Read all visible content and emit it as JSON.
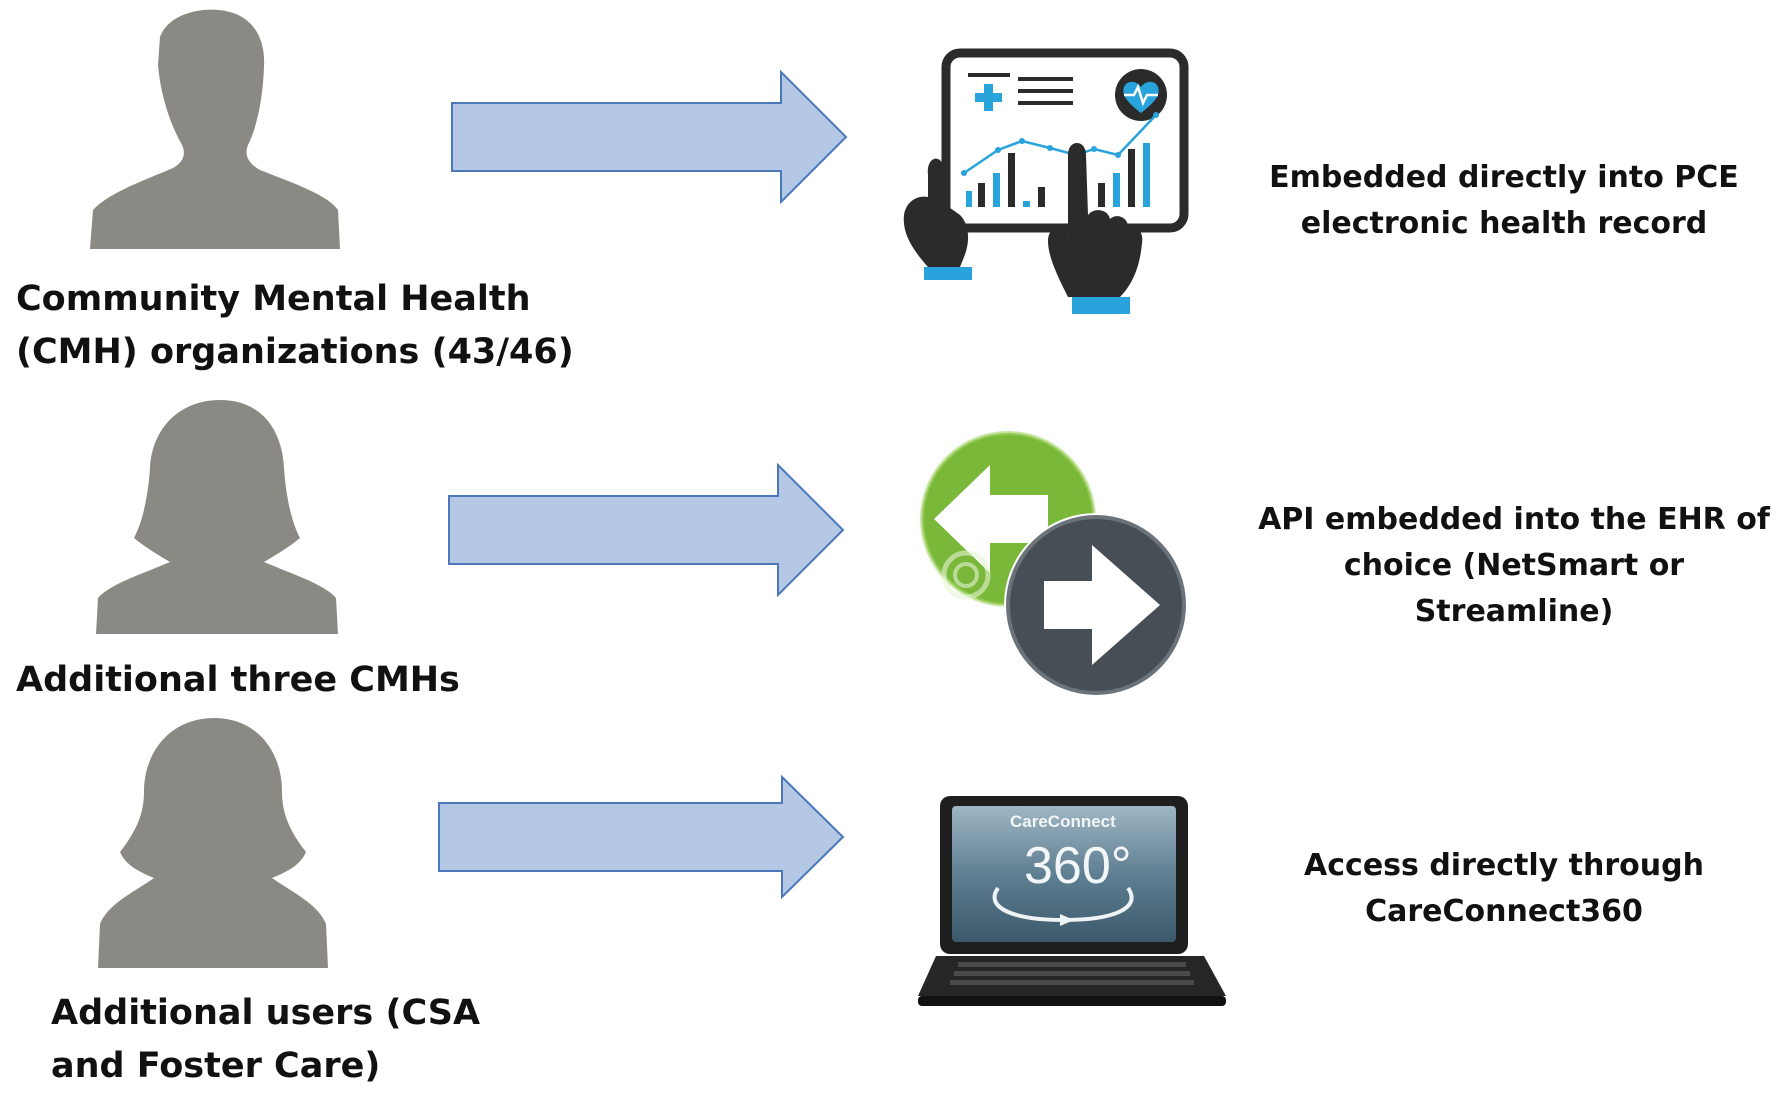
{
  "rows": [
    {
      "source_label_lines": [
        "Community Mental Health",
        "(CMH) organizations (43/46)"
      ],
      "target_icon": "tablet-analytics-icon",
      "target_label_lines": [
        "Embedded directly into PCE",
        "electronic health record"
      ]
    },
    {
      "source_label_lines": [
        "Additional three CMHs"
      ],
      "target_icon": "api-exchange-arrows-icon",
      "target_label_lines": [
        "API embedded into the EHR of",
        "choice (NetSmart or Streamline)"
      ]
    },
    {
      "source_label_lines": [
        "Additional users (CSA",
        "and Foster Care)"
      ],
      "target_icon": "laptop-careconnect-icon",
      "laptop_screen_brand": "CareConnect",
      "laptop_screen_number": "360°",
      "target_label_lines": [
        "Access directly through",
        "CareConnect360"
      ]
    }
  ],
  "colors": {
    "person_silhouette": "#8a8984",
    "arrow_fill": "#b4c8e6",
    "arrow_stroke": "#4a78b8",
    "accent_blue": "#29a3dc",
    "icon_dark": "#2b2b2b",
    "green": "#7ab83a",
    "gray_button": "#474e55"
  }
}
